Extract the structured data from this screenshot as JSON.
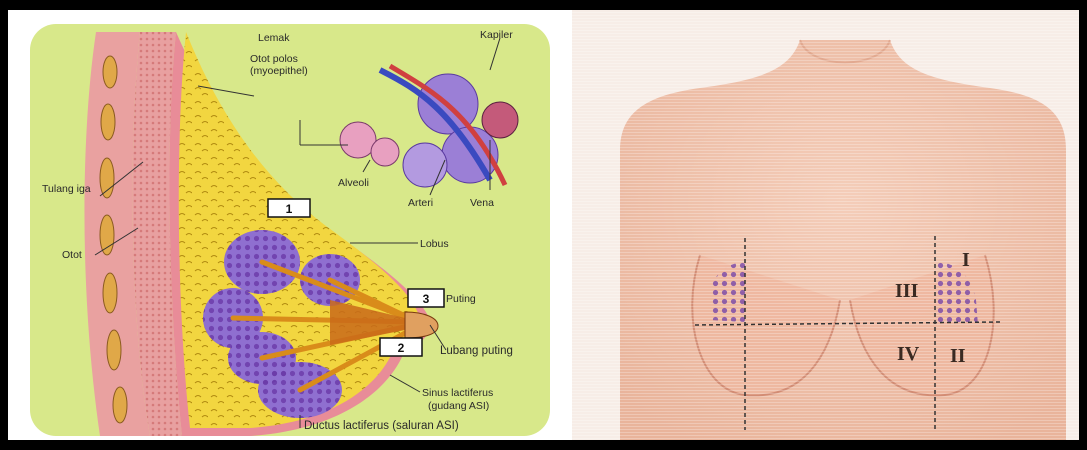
{
  "left_panel": {
    "labels": {
      "lemak": "Lemak",
      "otot_polos_1": "Otot polos",
      "otot_polos_2": "(myoepithel)",
      "kapiler": "Kapiler",
      "alveoli": "Alveoli",
      "arteri": "Arteri",
      "vena": "Vena",
      "tulang_iga": "Tulang iga",
      "otot": "Otot",
      "lobus": "Lobus",
      "puting": "Puting",
      "lubang_puting": "Lubang puting",
      "sinus_1": "Sinus lactiferus",
      "sinus_2": "(gudang ASI)",
      "ductus": "Ductus lactiferus (saluran ASI)"
    },
    "numbered_boxes": [
      "1",
      "3",
      "2"
    ],
    "colors": {
      "panel_background": "#d8e88a",
      "fat_yellow": "#f2d640",
      "lobule_purple": "#8f6fd0",
      "muscle_pink": "#e8a0a0",
      "rib": "#e0a848"
    }
  },
  "right_panel": {
    "quadrants": [
      "I",
      "II",
      "III",
      "IV"
    ],
    "colors": {
      "background": "#f7ede7",
      "skin": "#f0c4b0"
    }
  }
}
